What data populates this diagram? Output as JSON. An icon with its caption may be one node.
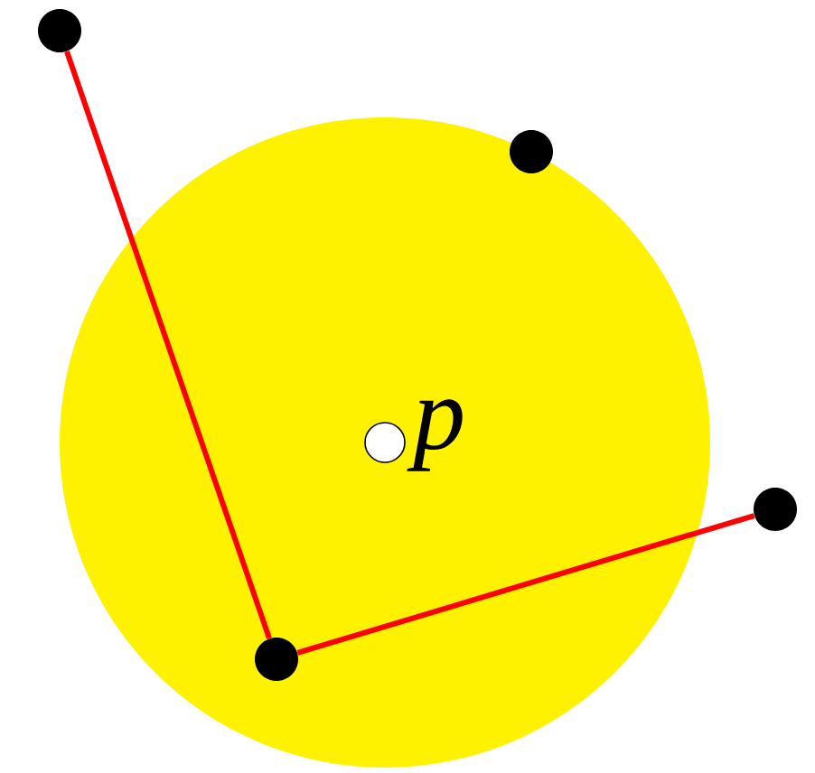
{
  "diagram": {
    "nodes": [
      {
        "text": [],
        "shape": "circle"
      },
      {
        "text": [],
        "shape": "circle"
      },
      {
        "text": [],
        "shape": "circle"
      },
      {
        "text": [],
        "shape": "circle",
        "in": 0,
        "beside": [
          "p"
        ]
      },
      {
        "text": [],
        "shape": "circle",
        "in": 0
      },
      {
        "text": [],
        "shape": "circle"
      }
    ],
    "edges": [
      {
        "from": 1,
        "to": 4,
        "arrow": "none"
      },
      {
        "from": 4,
        "to": 5,
        "arrow": "none"
      }
    ]
  }
}
